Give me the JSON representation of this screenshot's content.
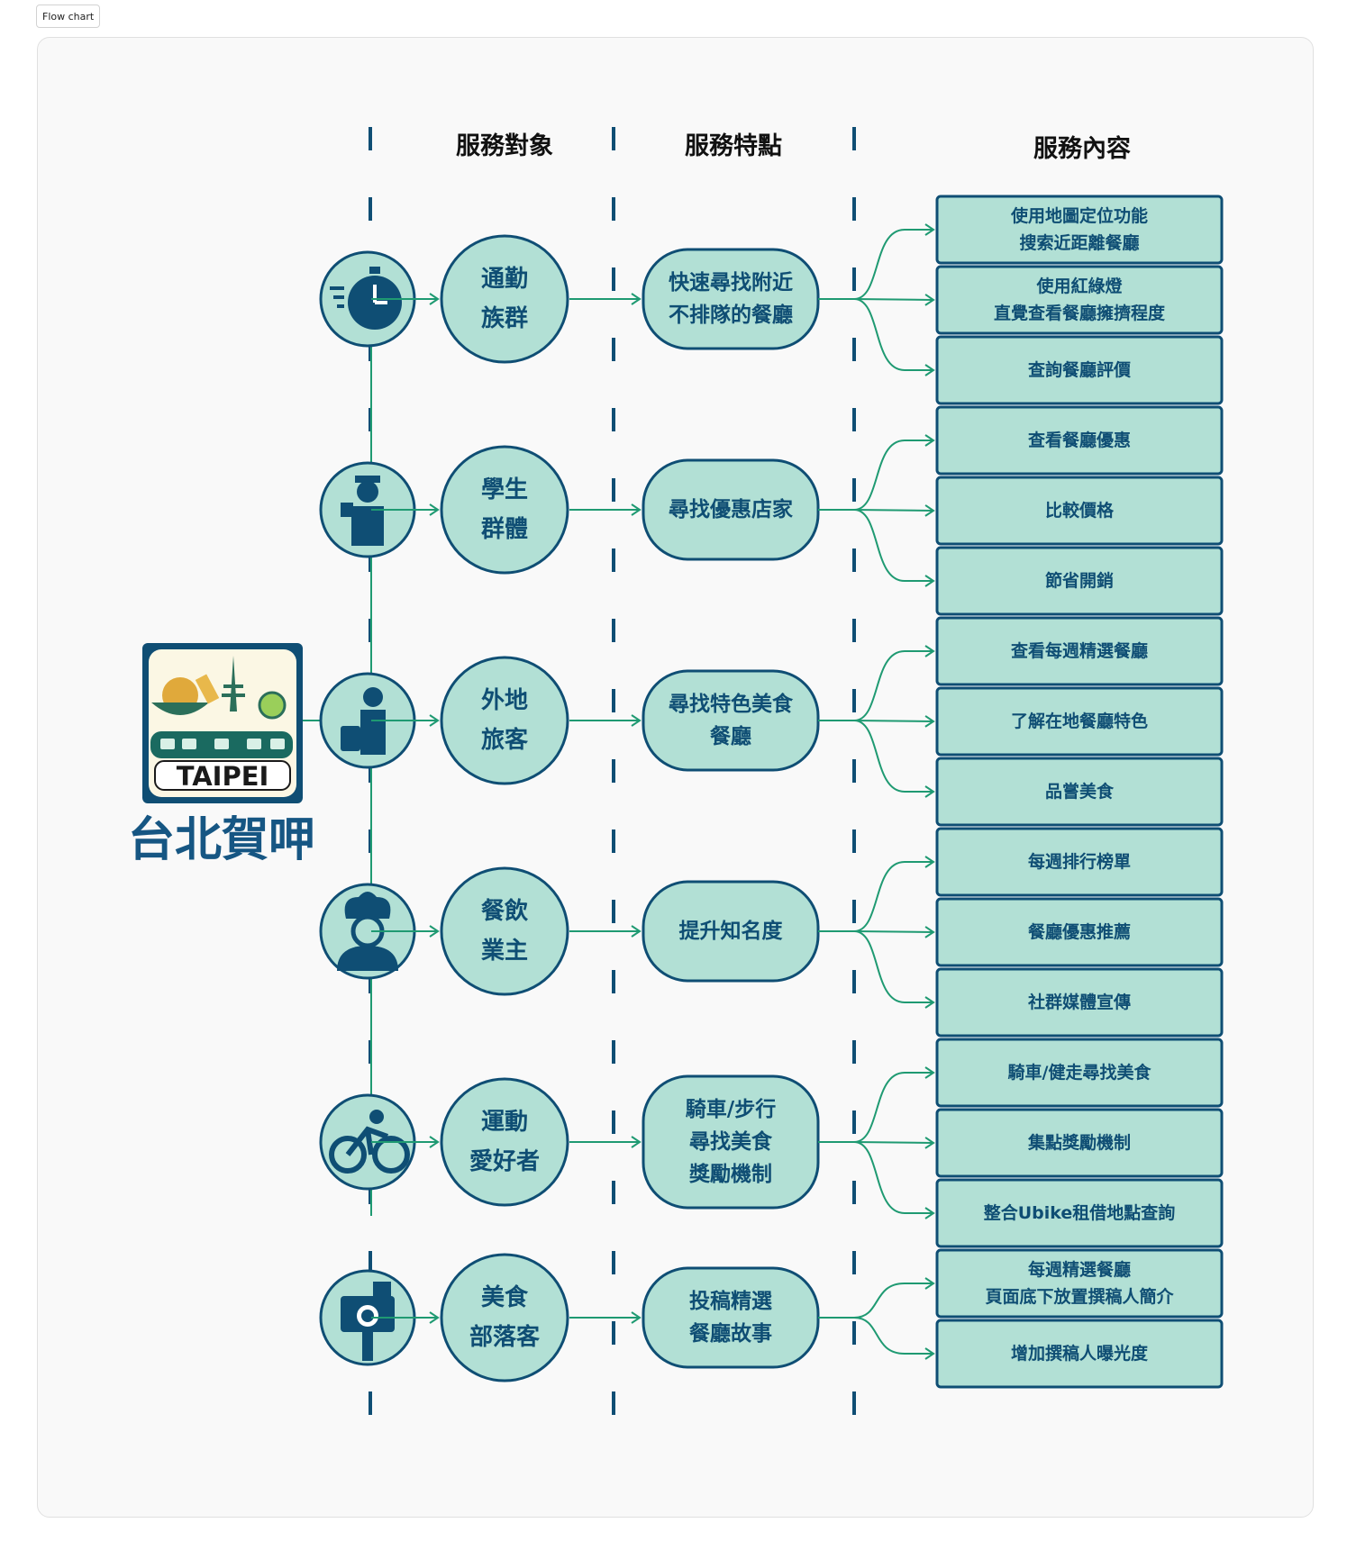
{
  "frame_label": "Flow chart",
  "logo": {
    "word": "TAIPEI",
    "title": "台北賀呷"
  },
  "headers": {
    "audience": "服務對象",
    "features": "服務特點",
    "content": "服務內容"
  },
  "colors": {
    "navy": "#0f4e74",
    "fill": "#b2e0d5",
    "arrow": "#1f9a72"
  },
  "rows": [
    {
      "icon": "stopwatch-icon",
      "audience": [
        "通勤",
        "族群"
      ],
      "feature": [
        "快速尋找附近",
        "不排隊的餐廳"
      ],
      "services": [
        [
          "使用地圖定位功能",
          "搜索近距離餐廳"
        ],
        [
          "使用紅綠燈",
          "直覺查看餐廳擁擠程度"
        ],
        [
          "查詢餐廳評價"
        ]
      ]
    },
    {
      "icon": "student-icon",
      "audience": [
        "學生",
        "群體"
      ],
      "feature": [
        "尋找優惠店家"
      ],
      "services": [
        [
          "查看餐廳優惠"
        ],
        [
          "比較價格"
        ],
        [
          "節省開銷"
        ]
      ]
    },
    {
      "icon": "traveler-icon",
      "audience": [
        "外地",
        "旅客"
      ],
      "feature": [
        "尋找特色美食",
        "餐廳"
      ],
      "services": [
        [
          "查看每週精選餐廳"
        ],
        [
          "了解在地餐廳特色"
        ],
        [
          "品嘗美食"
        ]
      ]
    },
    {
      "icon": "chef-icon",
      "audience": [
        "餐飲",
        "業主"
      ],
      "feature": [
        "提升知名度"
      ],
      "services": [
        [
          "每週排行榜單"
        ],
        [
          "餐廳優惠推薦"
        ],
        [
          "社群媒體宣傳"
        ]
      ]
    },
    {
      "icon": "cyclist-icon",
      "audience": [
        "運動",
        "愛好者"
      ],
      "feature": [
        "騎車/步行",
        "尋找美食",
        "獎勵機制"
      ],
      "services": [
        [
          "騎車/健走尋找美食"
        ],
        [
          "集點獎勵機制"
        ],
        [
          "整合Ubike租借地點查詢"
        ]
      ]
    },
    {
      "icon": "camera-icon",
      "audience": [
        "美食",
        "部落客"
      ],
      "feature": [
        "投稿精選",
        "餐廳故事"
      ],
      "services": [
        [
          "每週精選餐廳",
          "頁面底下放置撰稿人簡介"
        ],
        [
          "增加撰稿人曝光度"
        ]
      ]
    }
  ]
}
